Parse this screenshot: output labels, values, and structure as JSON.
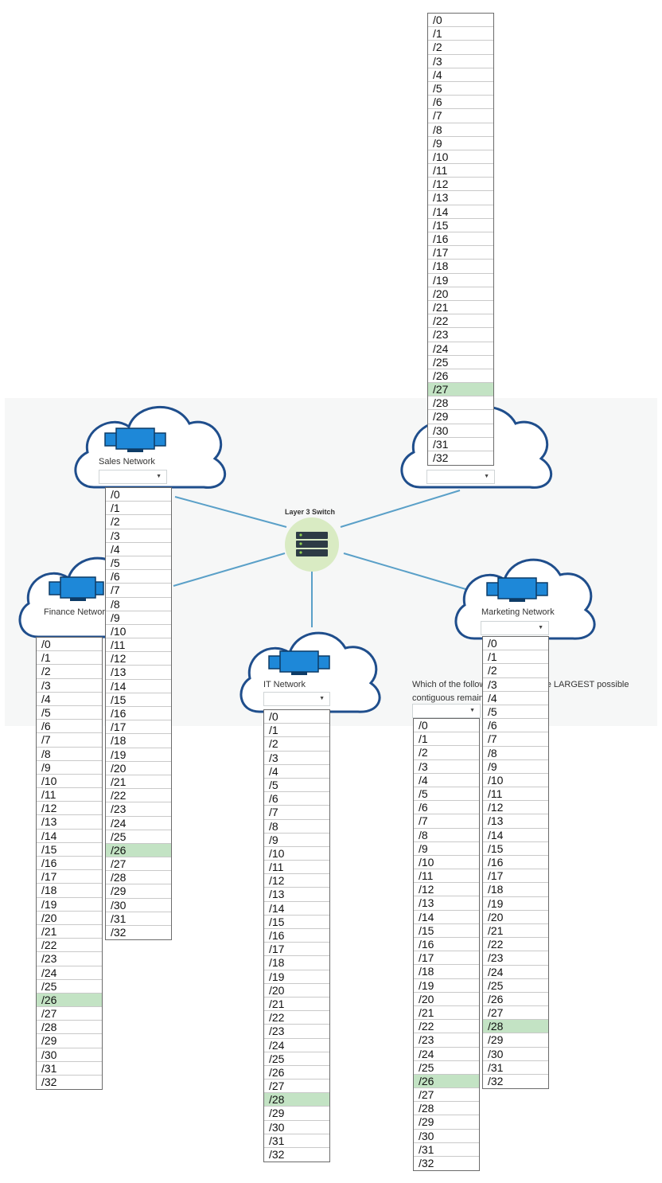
{
  "switch": {
    "label": "Layer 3 Switch"
  },
  "networks": {
    "sales": {
      "label": "Sales Network"
    },
    "finance": {
      "label": "Finance Network"
    },
    "marketing": {
      "label": "Marketing Network"
    },
    "it": {
      "label": "IT Network"
    },
    "top_right": {
      "label": ""
    }
  },
  "question": {
    "text": "Which of the following represent the LARGEST possible contiguous remaining addresses?"
  },
  "cidr_options": [
    "/0",
    "/1",
    "/2",
    "/3",
    "/4",
    "/5",
    "/6",
    "/7",
    "/8",
    "/9",
    "/10",
    "/11",
    "/12",
    "/13",
    "/14",
    "/15",
    "/16",
    "/17",
    "/18",
    "/19",
    "/20",
    "/21",
    "/22",
    "/23",
    "/24",
    "/25",
    "/26",
    "/27",
    "/28",
    "/29",
    "/30",
    "/31",
    "/32"
  ],
  "dropdowns": {
    "top_right": {
      "selected": "/27"
    },
    "sales": {
      "selected": "/26"
    },
    "finance": {
      "selected": "/26"
    },
    "it": {
      "selected": "/28"
    },
    "question": {
      "selected": "/26"
    },
    "marketing": {
      "selected": "/28"
    }
  },
  "colors": {
    "cloud_stroke": "#1f4e8c",
    "link": "#5aa0c8",
    "selected_option": "#c3e3c4",
    "switch_bg": "#d9ebc3"
  }
}
